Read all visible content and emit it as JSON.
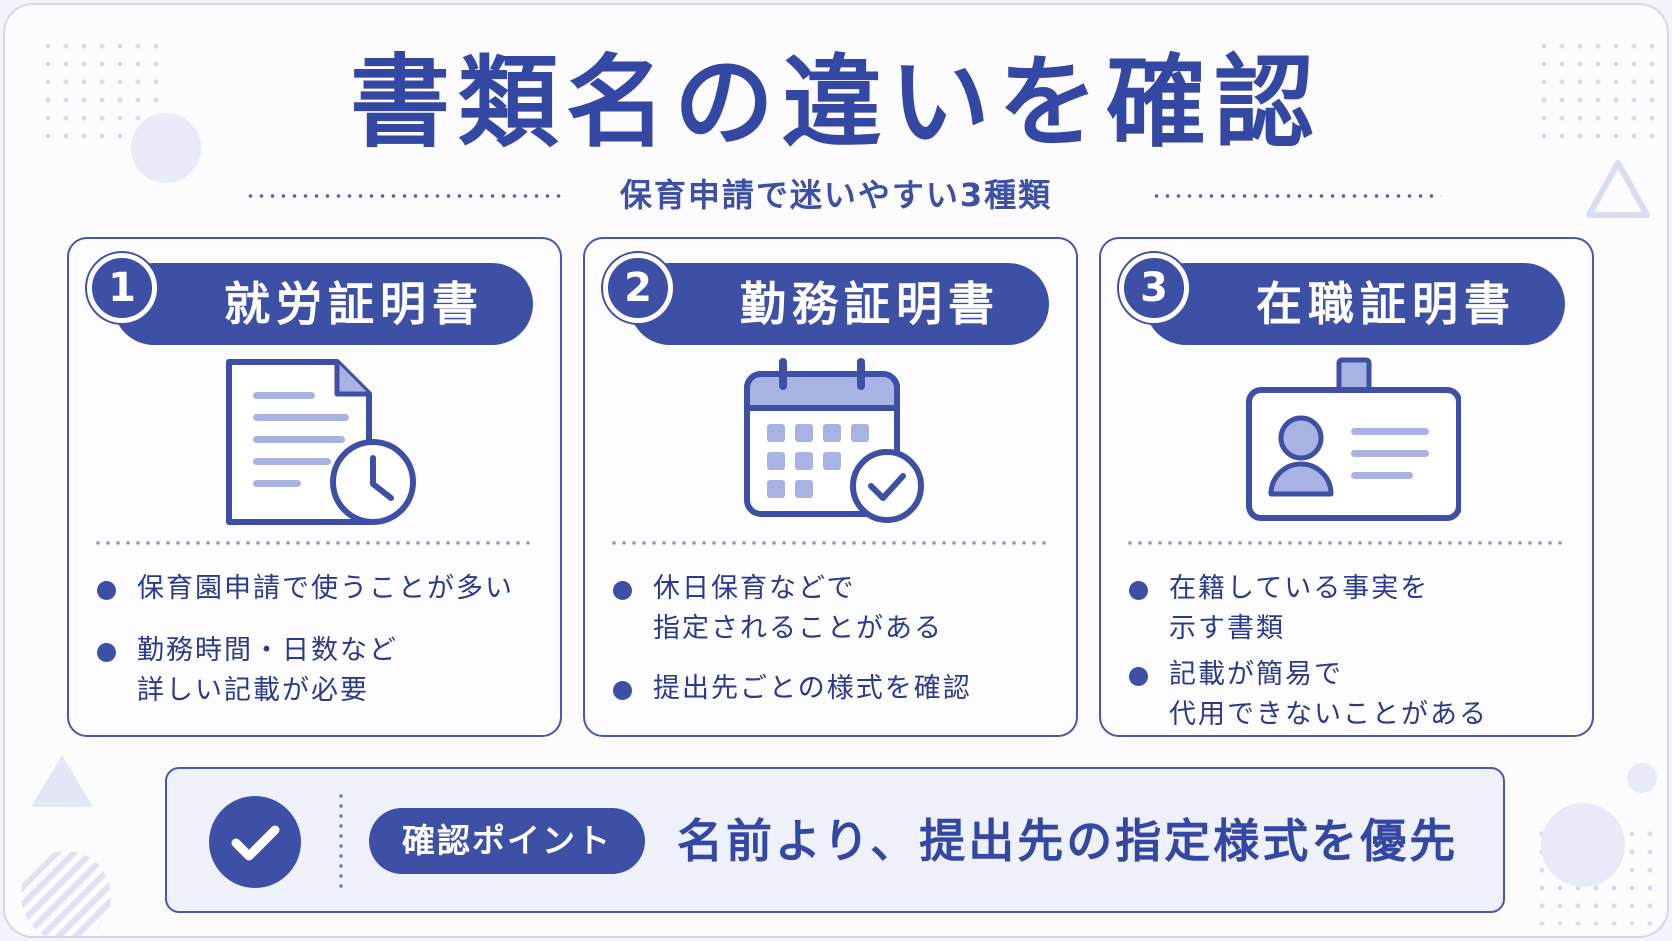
{
  "title": "書類名の違いを確認",
  "subtitle": "保育申請で迷いやすい3種類",
  "colors": {
    "primary": "#3e4fa6",
    "accent_light": "#a9b3e3",
    "background": "#fcfcff"
  },
  "cards": [
    {
      "number": "1",
      "title": "就労証明書",
      "icon": "document-clock-icon",
      "bullets": [
        "保育園申請で使うことが多い",
        "勤務時間・日数など\n詳しい記載が必要"
      ]
    },
    {
      "number": "2",
      "title": "勤務証明書",
      "icon": "calendar-check-icon",
      "bullets": [
        "休日保育などで\n指定されることがある",
        "提出先ごとの様式を確認"
      ]
    },
    {
      "number": "3",
      "title": "在職証明書",
      "icon": "id-badge-icon",
      "bullets": [
        "在籍している事実を\n示す書類",
        "記載が簡易で\n代用できないことがある"
      ]
    }
  ],
  "bottom": {
    "icon": "check-icon",
    "label": "確認ポイント",
    "text": "名前より、提出先の指定様式を優先"
  }
}
